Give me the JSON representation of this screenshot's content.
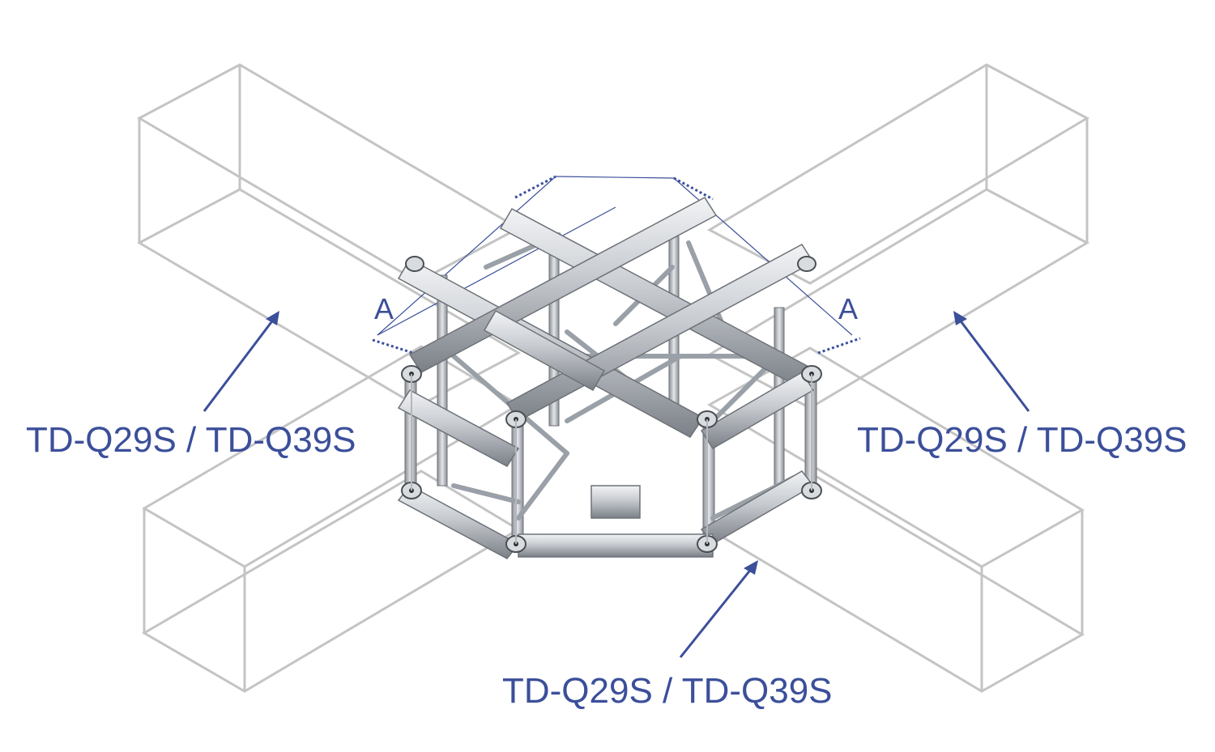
{
  "labels": {
    "left": "TD-Q29S / TD-Q39S",
    "right": "TD-Q29S / TD-Q39S",
    "bottom": "TD-Q29S / TD-Q39S"
  },
  "dimensions": {
    "left": "A",
    "right": "A"
  },
  "colors": {
    "label_text": "#3b4f9a",
    "arrow": "#3b4f9a",
    "ghost_truss_outline": "#c4c4c4",
    "truss_tube": "#b8bcc2",
    "truss_shadow": "#6d7278"
  }
}
